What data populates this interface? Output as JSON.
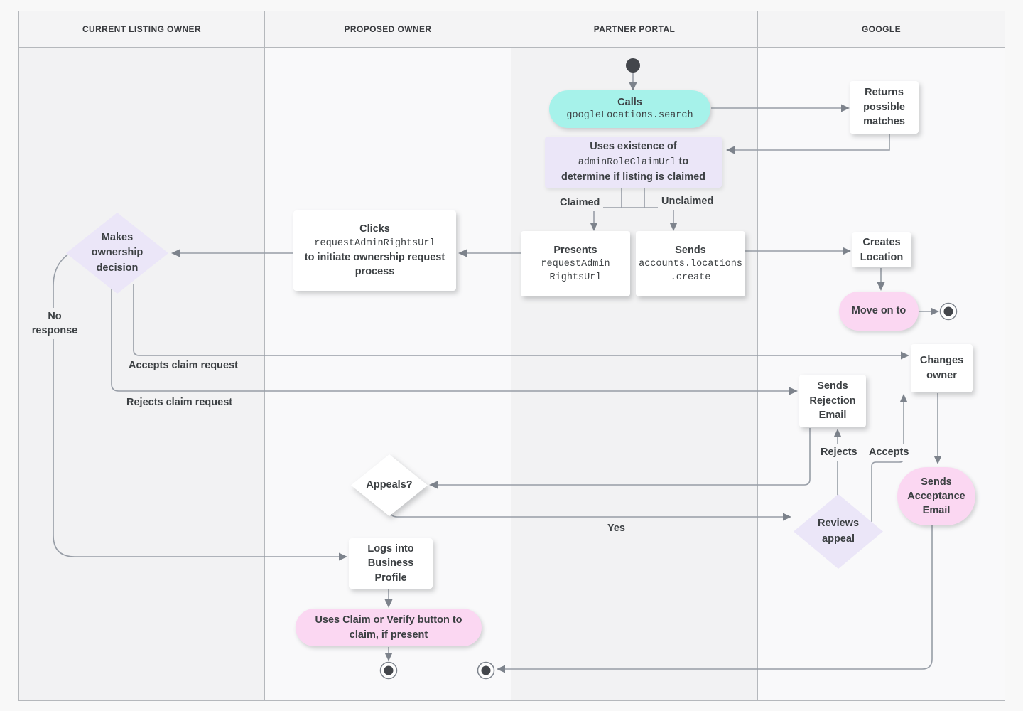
{
  "lanes": [
    {
      "label": "CURRENT LISTING OWNER"
    },
    {
      "label": "PROPOSED OWNER"
    },
    {
      "label": "PARTNER PORTAL"
    },
    {
      "label": "GOOGLE"
    }
  ],
  "nodes": {
    "calls": {
      "title": "Calls",
      "code": "googleLocations.search"
    },
    "returns_matches": {
      "label": "Returns possible matches"
    },
    "uses_existence": {
      "line1": "Uses existence of",
      "code": "adminRoleClaimUrl",
      "line2_suffix": "to",
      "line3": "determine if listing is claimed"
    },
    "presents": {
      "title": "Presents",
      "code_lines": [
        "requestAdmin",
        "RightsUrl"
      ]
    },
    "sends_create": {
      "title": "Sends",
      "code_lines": [
        "accounts.locations",
        ".create"
      ]
    },
    "creates_location": {
      "label": "Creates Location"
    },
    "move_on_to": {
      "label": "Move on to"
    },
    "clicks": {
      "title": "Clicks",
      "code": "requestAdminRightsUrl",
      "rest": "to initiate ownership request process"
    },
    "makes_decision": {
      "label": "Makes ownership decision"
    },
    "sends_rejection": {
      "label": "Sends Rejection Email"
    },
    "changes_owner": {
      "label": "Changes owner"
    },
    "appeals": {
      "label": "Appeals?"
    },
    "reviews_appeal": {
      "label": "Reviews appeal"
    },
    "sends_acceptance": {
      "label": "Sends Acceptance Email"
    },
    "logs_into": {
      "label": "Logs into Business Profile"
    },
    "uses_claim": {
      "label": "Uses Claim or Verify button to claim, if present"
    }
  },
  "edge_labels": {
    "claimed": "Claimed",
    "unclaimed": "Unclaimed",
    "no_response": "No response",
    "accepts_claim": "Accepts claim request",
    "rejects_claim": "Rejects claim request",
    "rejects": "Rejects",
    "accepts": "Accepts",
    "yes": "Yes"
  },
  "colors": {
    "teal": "#a6f2ea",
    "lavender": "#ebe6f8",
    "pink": "#fbd7f2",
    "line": "#979da6",
    "text": "#3c4043"
  }
}
